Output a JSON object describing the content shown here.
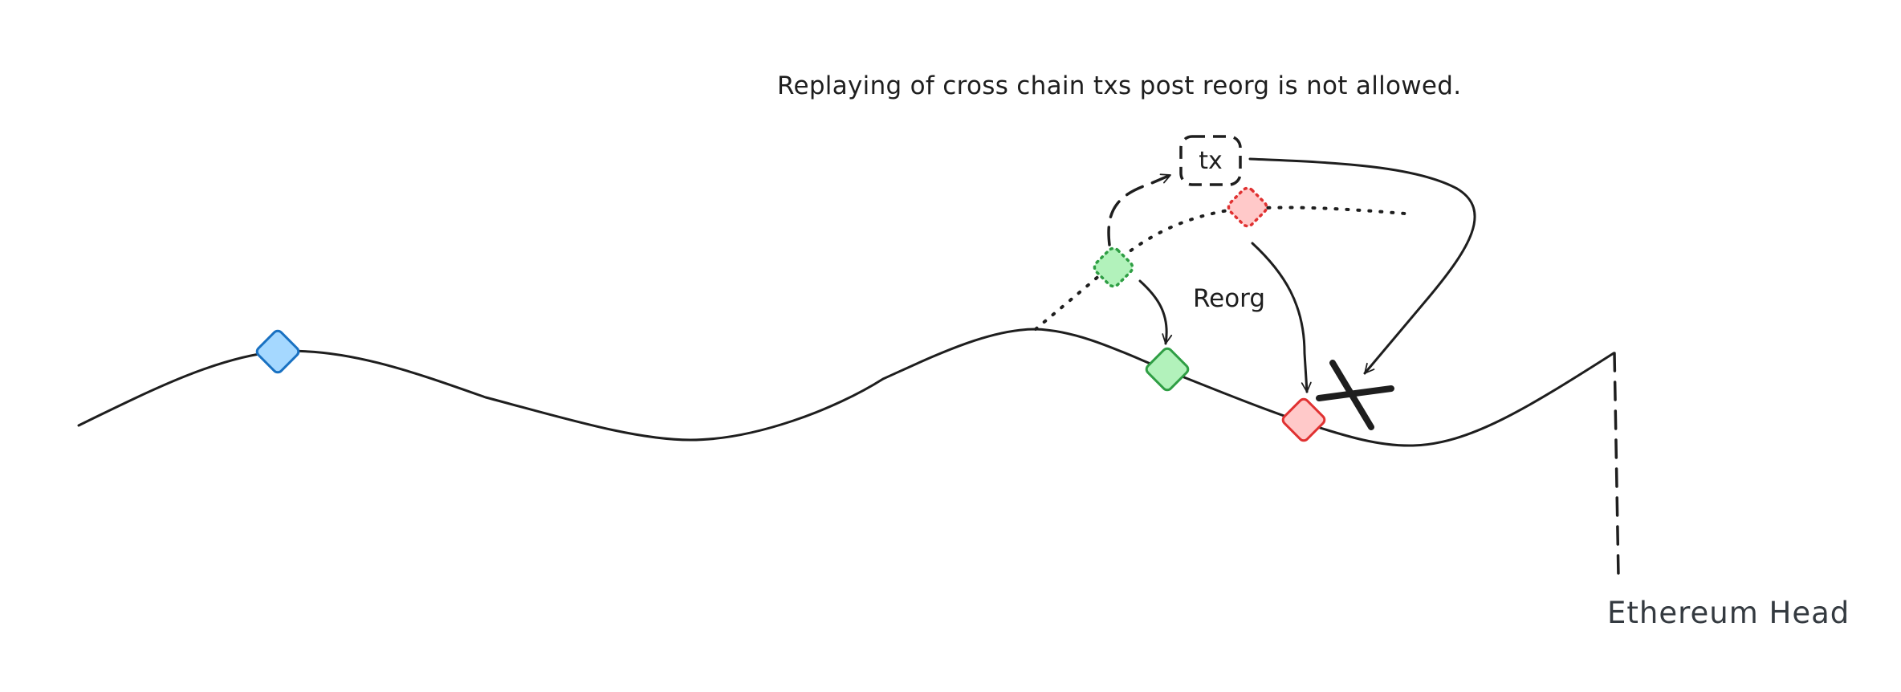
{
  "caption": "Replaying of cross chain txs post reorg is not allowed.",
  "reorg_label": "Reorg",
  "tx_label": "tx",
  "head_label": "Ethereum Head",
  "colors": {
    "stroke": "#1e1e1e",
    "blue_fill": "#a5d8ff",
    "blue_stroke": "#1971c2",
    "green_fill": "#b2f2bb",
    "green_stroke": "#2f9e44",
    "red_fill": "#ffc9c9",
    "red_stroke": "#e03131"
  },
  "icons": {
    "blocks": "diamond",
    "rejected": "x-mark"
  }
}
